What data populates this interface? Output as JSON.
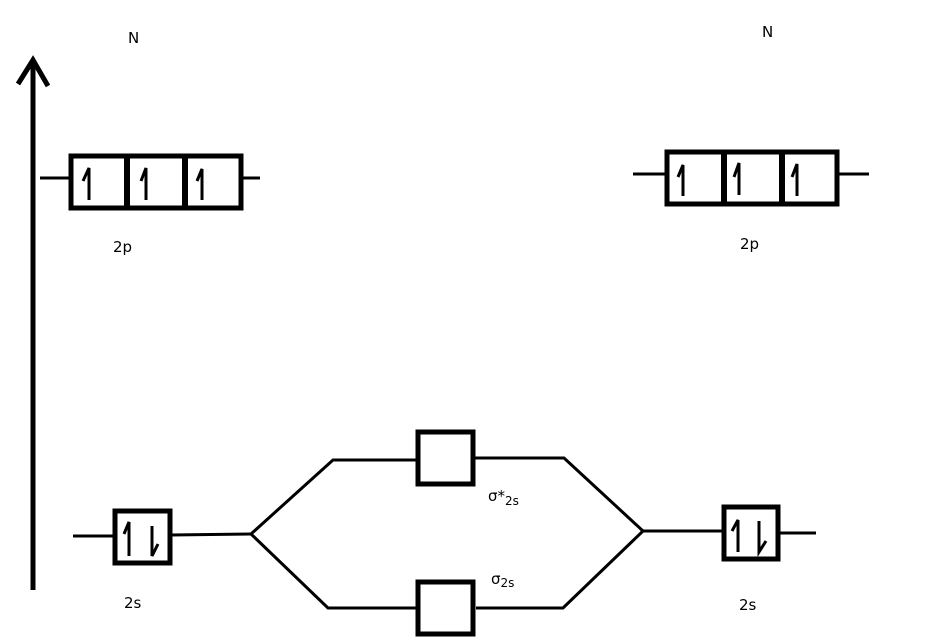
{
  "diagram": {
    "title": "Molecular orbital diagram (2s / 2p) for N2",
    "energy_axis": {
      "direction": "up"
    },
    "left_atom": {
      "label": "N",
      "orbitals": [
        {
          "label": "2p",
          "boxes": 3,
          "electrons": [
            "up",
            "up",
            "up"
          ]
        },
        {
          "label": "2s",
          "boxes": 1,
          "electrons": [
            "up-down"
          ]
        }
      ]
    },
    "right_atom": {
      "label": "N",
      "orbitals": [
        {
          "label": "2p",
          "boxes": 3,
          "electrons": [
            "up",
            "up",
            "up"
          ]
        },
        {
          "label": "2s",
          "boxes": 1,
          "electrons": [
            "up-down"
          ]
        }
      ]
    },
    "molecular_orbitals": [
      {
        "symbol": "σ*",
        "subscript": "2s",
        "type": "antibonding",
        "electrons": []
      },
      {
        "symbol": "σ",
        "subscript": "2s",
        "type": "bonding",
        "electrons": []
      }
    ]
  }
}
